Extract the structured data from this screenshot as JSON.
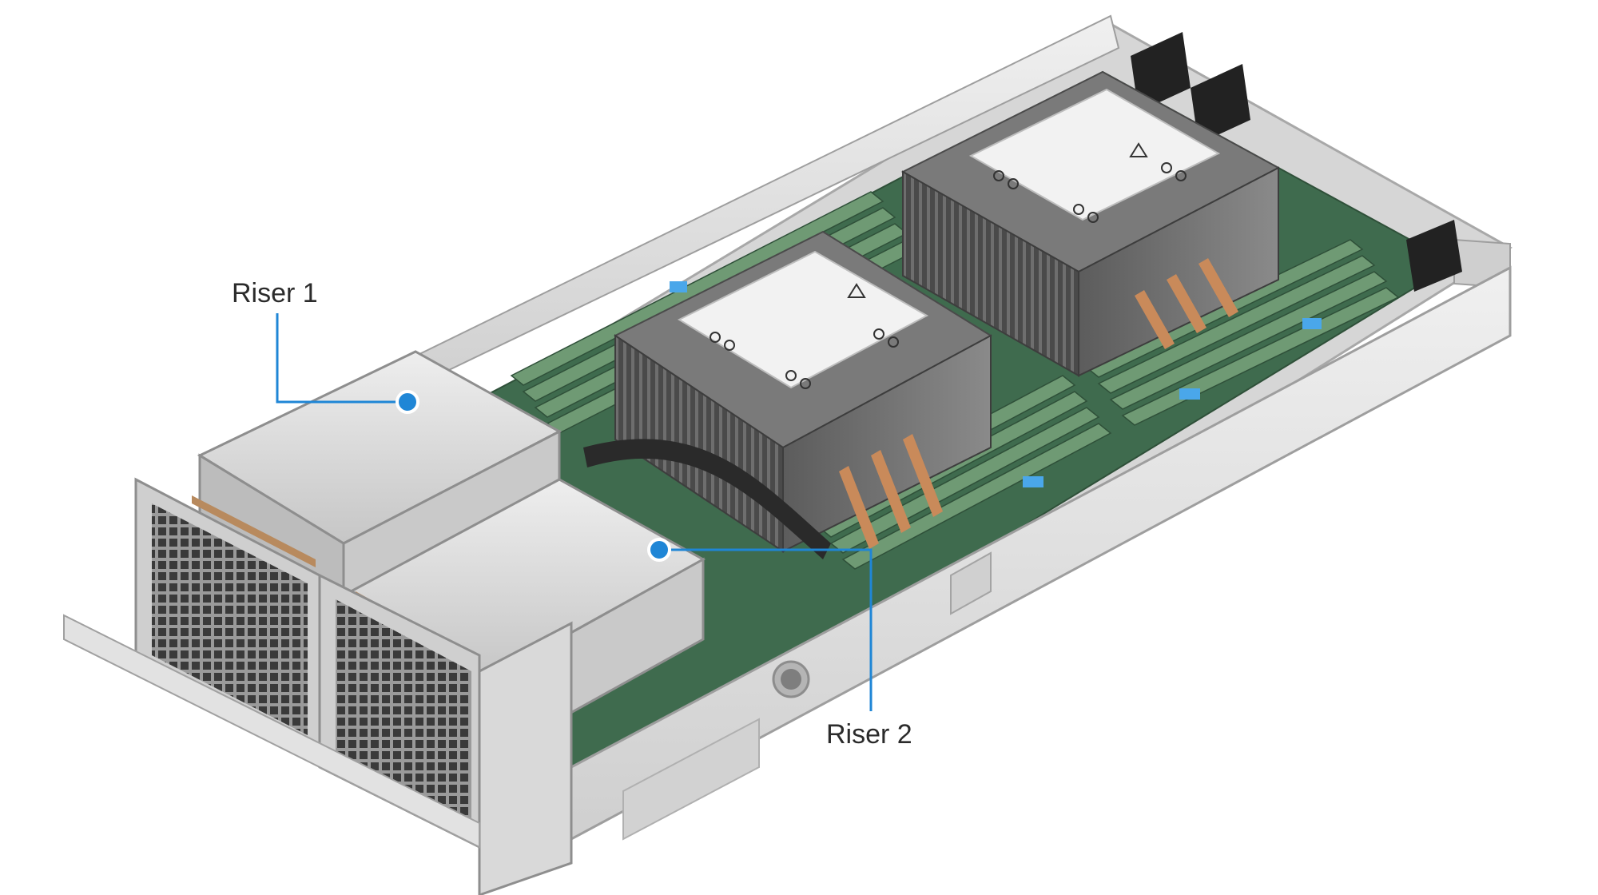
{
  "callouts": [
    {
      "id": "riser-1",
      "label": "Riser 1"
    },
    {
      "id": "riser-2",
      "label": "Riser 2"
    }
  ],
  "colors": {
    "callout_line": "#1f86d6",
    "chassis": "#d9d9d9",
    "chassis_edge": "#a8a8a8",
    "pcb": "#3f6b4e",
    "dimm": "#6f9a74",
    "heatsink": "#6a6a6a",
    "heat_pipe": "#c98a5a",
    "latch": "#4aa7ea",
    "label_text": "#2b2b2b"
  },
  "icons": [
    "warning-triangle-icon",
    "mounting-hole-icon"
  ]
}
